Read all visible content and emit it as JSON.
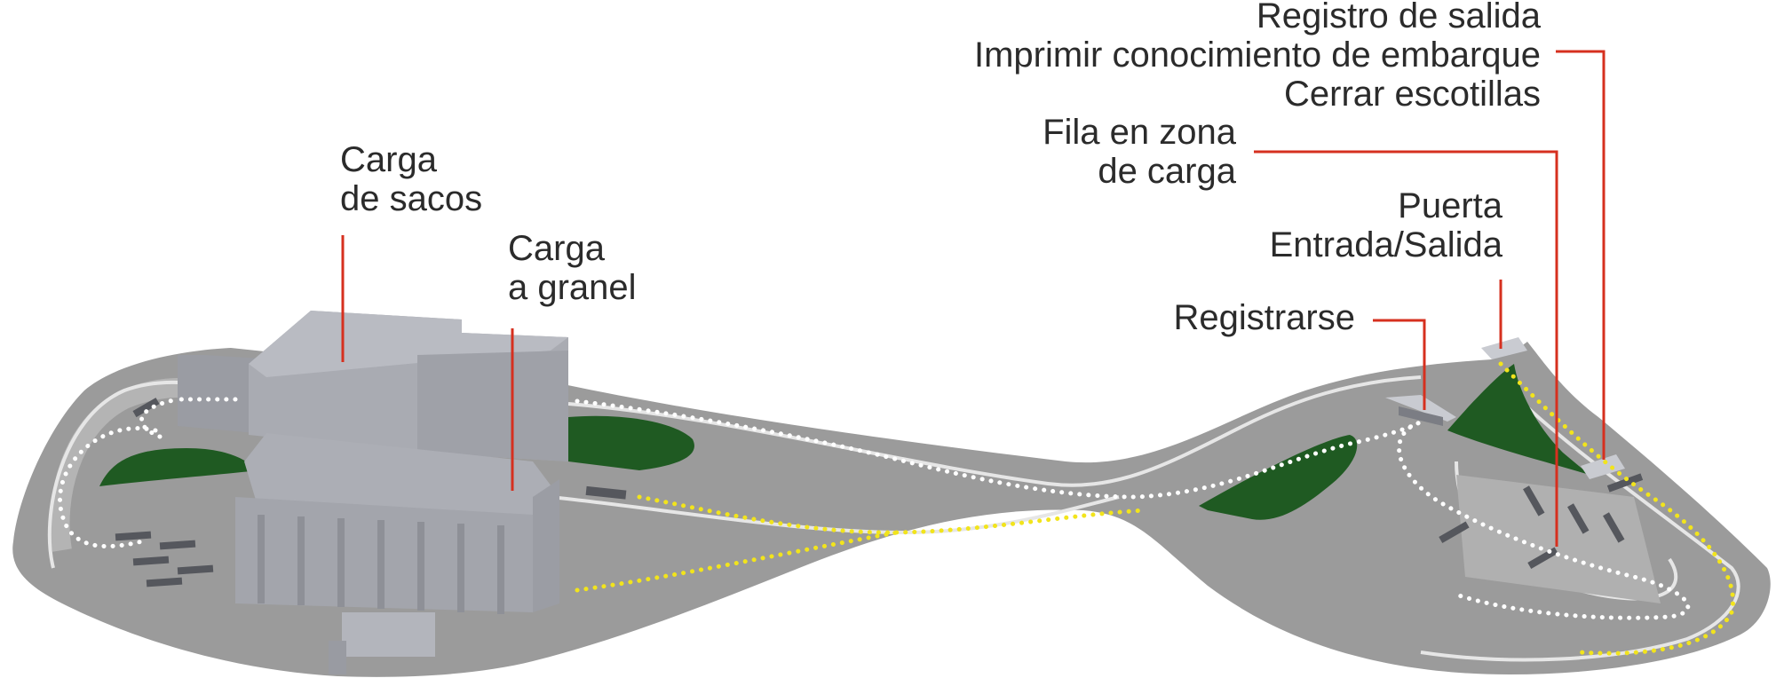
{
  "labels": {
    "sacks": [
      "Carga",
      "de sacos"
    ],
    "bulk": [
      "Carga",
      "a granel"
    ],
    "exit_checkin": "Registro de salida",
    "print_bill": "Imprimir conocimiento de embarque",
    "close_hatches": "Cerrar escotillas",
    "queue": [
      "Fila en zona",
      "de carga"
    ],
    "gate": [
      "Puerta",
      "Entrada/Salida"
    ],
    "register": "Registrarse"
  },
  "colors": {
    "ground": "#9c9c9c",
    "road_line": "#e8e8e8",
    "building": "#a7a9b0",
    "building_top": "#b6b8bf",
    "building_dark": "#8b8d94",
    "green": "#1f5a22",
    "leader": "#d6301f",
    "path_white": "#ffffff",
    "path_yellow": "#f2e41c"
  }
}
